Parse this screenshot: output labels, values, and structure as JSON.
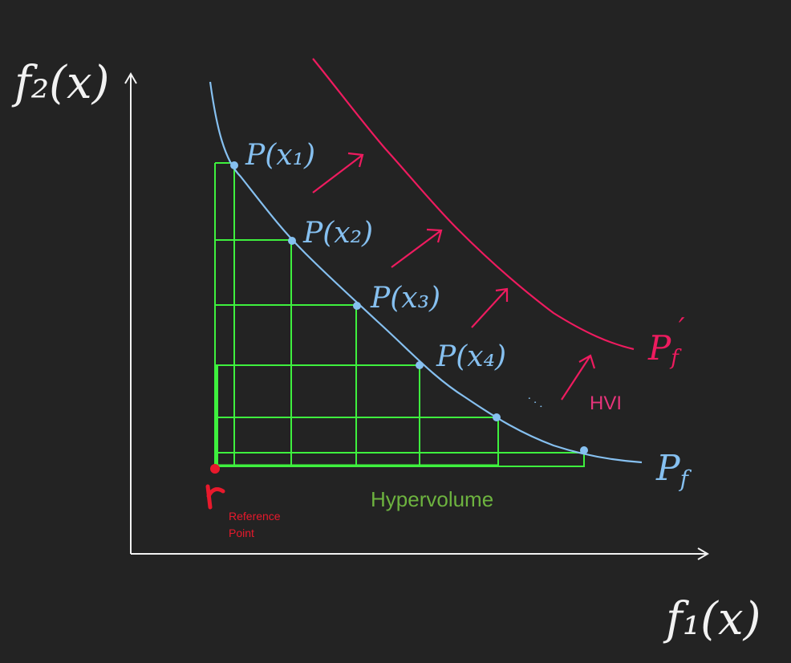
{
  "axes": {
    "y_label": "f₂(x)",
    "x_label": "f₁(x)"
  },
  "curves": {
    "front": {
      "label": "P",
      "subscript": "f"
    },
    "improved_front": {
      "label": "P",
      "subscript": "f",
      "mark": "′"
    }
  },
  "points": [
    {
      "label": "P(x₁)"
    },
    {
      "label": "P(x₂)"
    },
    {
      "label": "P(x₃)"
    },
    {
      "label": "P(x₄)"
    }
  ],
  "continuation": "· · ·",
  "improvement_label": "HVI",
  "hypervolume_label": "Hypervolume",
  "reference": {
    "symbol": "r",
    "caption_line1": "Reference",
    "caption_line2": "Point"
  },
  "colors": {
    "background": "#232323",
    "axis": "#f2f2f2",
    "front": "#86c0f0",
    "improved_front": "#ee1b5f",
    "grid": "#3ef03e",
    "hypervolume_text": "#6db33f",
    "hvi_text": "#e6347a",
    "reference": "#e8192c"
  }
}
